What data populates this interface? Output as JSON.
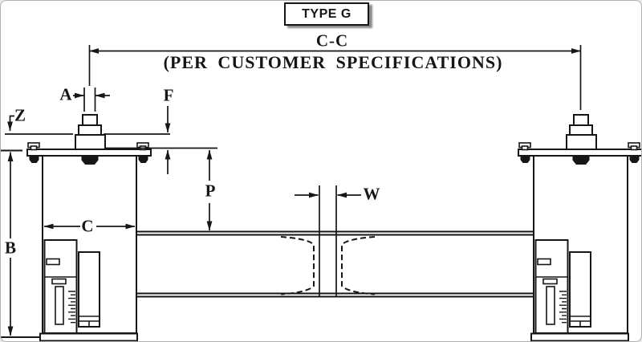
{
  "drawing": {
    "title": "TYPE G",
    "dimension_labels": {
      "span": "C-C",
      "span_note": "(PER CUSTOMER SPECIFICATIONS)",
      "stud_diameter": "A",
      "nut_height": "F",
      "top_level": "Z",
      "support_height": "B",
      "support_width": "C",
      "drop": "P",
      "web_width": "W"
    },
    "colors": {
      "line": "#161616",
      "paper": "#ffffff",
      "frame": "#b0b0b0",
      "title_shadow": "#8a8a8a"
    }
  }
}
